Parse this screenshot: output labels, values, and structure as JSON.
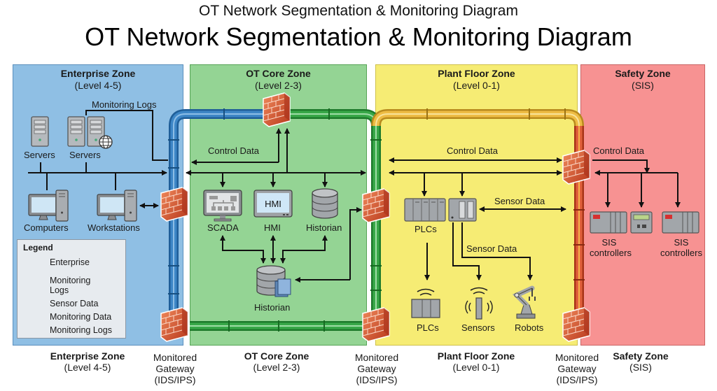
{
  "title_small": "OT Network Segmentation & Monitoring Diagram",
  "title": "OT Network Segmentation & Monitoring Diagram",
  "colors": {
    "enterprise_zone": "#8fbfe4",
    "ot_core_zone": "#94d494",
    "plant_floor_zone": "#f6ec74",
    "safety_zone": "#f79292",
    "pipe_blue": "#2f73b3",
    "pipe_green": "#2e9a3e",
    "pipe_yellow": "#e2b43a",
    "pipe_red": "#d2502e",
    "firewall": "#d45a32"
  },
  "zones": {
    "enterprise": {
      "name": "Enterprise Zone",
      "level": "(Level 4-5)"
    },
    "ot_core": {
      "name": "OT Core Zone",
      "level": "(Level 2-3)"
    },
    "plant_floor": {
      "name": "Plant Floor Zone",
      "level": "(Level 0-1)"
    },
    "safety": {
      "name": "Safety Zone",
      "level": "(SIS)"
    }
  },
  "enterprise": {
    "monitoring_logs": "Monitoring Logs",
    "servers_1": "Servers",
    "servers_2": "Servers",
    "computers": "Computers",
    "workstations": "Workstations"
  },
  "legend": {
    "title": "Legend",
    "items": [
      {
        "icon": "server-rack-icon",
        "label": "Enterprise"
      },
      {
        "icon": "database-icon",
        "label": "Monitoring Logs"
      },
      {
        "icon": "double-arrow-icon",
        "label": "Sensor Data"
      },
      {
        "icon": "arrow-right-icon",
        "label": "Monitoring Data"
      },
      {
        "icon": "arrow-right-icon",
        "label": "Monitoring Logs"
      }
    ]
  },
  "ot_core": {
    "control_data": "Control Data",
    "scada": "SCADA",
    "hmi": "HMI",
    "hmi_screen": "HMI",
    "historian_top": "Historian",
    "historian_bottom": "Historian"
  },
  "plant_floor": {
    "control_data": "Control Data",
    "plcs": "PLCs",
    "sensor_data_right": "Sensor Data",
    "sensor_data_down": "Sensor Data",
    "field_plcs": "PLCs",
    "sensors": "Sensors",
    "robots": "Robots"
  },
  "safety": {
    "control_data": "Control Data",
    "sis_1": "SIS controllers",
    "sis_2": "SIS controllers"
  },
  "gateway": {
    "line1": "Monitored",
    "line2": "Gateway",
    "line3": "(IDS/IPS)"
  }
}
